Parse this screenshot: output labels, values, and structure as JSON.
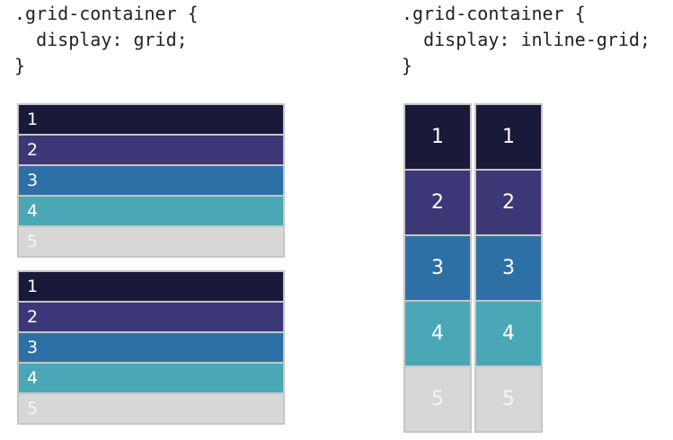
{
  "code_left": {
    "line1": ".grid-container {",
    "line2": "  display: grid;",
    "line3": "}"
  },
  "code_right": {
    "line1": ".grid-container {",
    "line2": "  display: inline-grid;",
    "line3": "}"
  },
  "grid_block_a": [
    "1",
    "2",
    "3",
    "4",
    "5"
  ],
  "grid_block_b": [
    "1",
    "2",
    "3",
    "4",
    "5"
  ],
  "grid_inline_a": [
    "1",
    "2",
    "3",
    "4",
    "5"
  ],
  "grid_inline_b": [
    "1",
    "2",
    "3",
    "4",
    "5"
  ],
  "colors": {
    "item1": "#19193a",
    "item2": "#3c3877",
    "item3": "#2d70a6",
    "item4": "#4aa8b6",
    "item5": "#d7d7d7",
    "border": "#c6c6c6"
  }
}
